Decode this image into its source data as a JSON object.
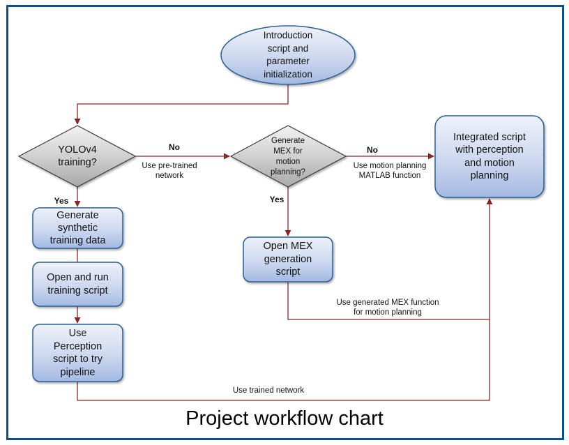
{
  "title": "Project workflow chart",
  "colors": {
    "frame": "#0d4f8b",
    "connector": "#8b2525",
    "node_fill_top": "#e8edf7",
    "node_fill_bottom": "#a9bde3",
    "node_stroke": "#2a5e94",
    "decision_fill_top": "#f0f0f0",
    "decision_fill_bottom": "#b0b0b0",
    "decision_stroke": "#3a3a3a"
  },
  "nodes": {
    "start": {
      "type": "ellipse",
      "text": "Introduction\nscript and\nparameter\ninitialization"
    },
    "decision_yolo": {
      "type": "diamond",
      "text": "YOLOv4\ntraining?"
    },
    "decision_mex": {
      "type": "diamond",
      "text": "Generate\nMEX for\nmotion\nplanning?"
    },
    "integrated": {
      "type": "process",
      "text": "Integrated script\nwith perception\nand motion\nplanning"
    },
    "gen_data": {
      "type": "process",
      "text": "Generate\nsynthetic\ntraining data"
    },
    "train": {
      "type": "process",
      "text": "Open and run\ntraining script"
    },
    "perception": {
      "type": "process",
      "text": "Use\nPerception\nscript to try\npipeline"
    },
    "mex_gen": {
      "type": "process",
      "text": "Open MEX\ngeneration\nscript"
    }
  },
  "edges": [
    {
      "from": "start",
      "to": "decision_yolo",
      "label": ""
    },
    {
      "from": "decision_yolo",
      "to": "decision_mex",
      "decision": "No",
      "label": "Use pre-trained\nnetwork"
    },
    {
      "from": "decision_mex",
      "to": "integrated",
      "decision": "No",
      "label": "Use motion planning\nMATLAB function"
    },
    {
      "from": "decision_yolo",
      "to": "gen_data",
      "decision": "Yes",
      "label": ""
    },
    {
      "from": "gen_data",
      "to": "train",
      "label": ""
    },
    {
      "from": "train",
      "to": "perception",
      "label": ""
    },
    {
      "from": "decision_mex",
      "to": "mex_gen",
      "decision": "Yes",
      "label": ""
    },
    {
      "from": "mex_gen",
      "to": "integrated",
      "label": "Use generated MEX function\nfor motion planning"
    },
    {
      "from": "perception",
      "to": "integrated",
      "label": "Use trained network"
    }
  ],
  "labels": {
    "yolo_no": "No",
    "yolo_yes": "Yes",
    "mex_no": "No",
    "mex_yes": "Yes",
    "pretrained": "Use pre-trained\nnetwork",
    "matlab_fn": "Use motion planning\nMATLAB function",
    "generated_mex": "Use generated MEX function\nfor motion planning",
    "trained_network": "Use trained network"
  }
}
